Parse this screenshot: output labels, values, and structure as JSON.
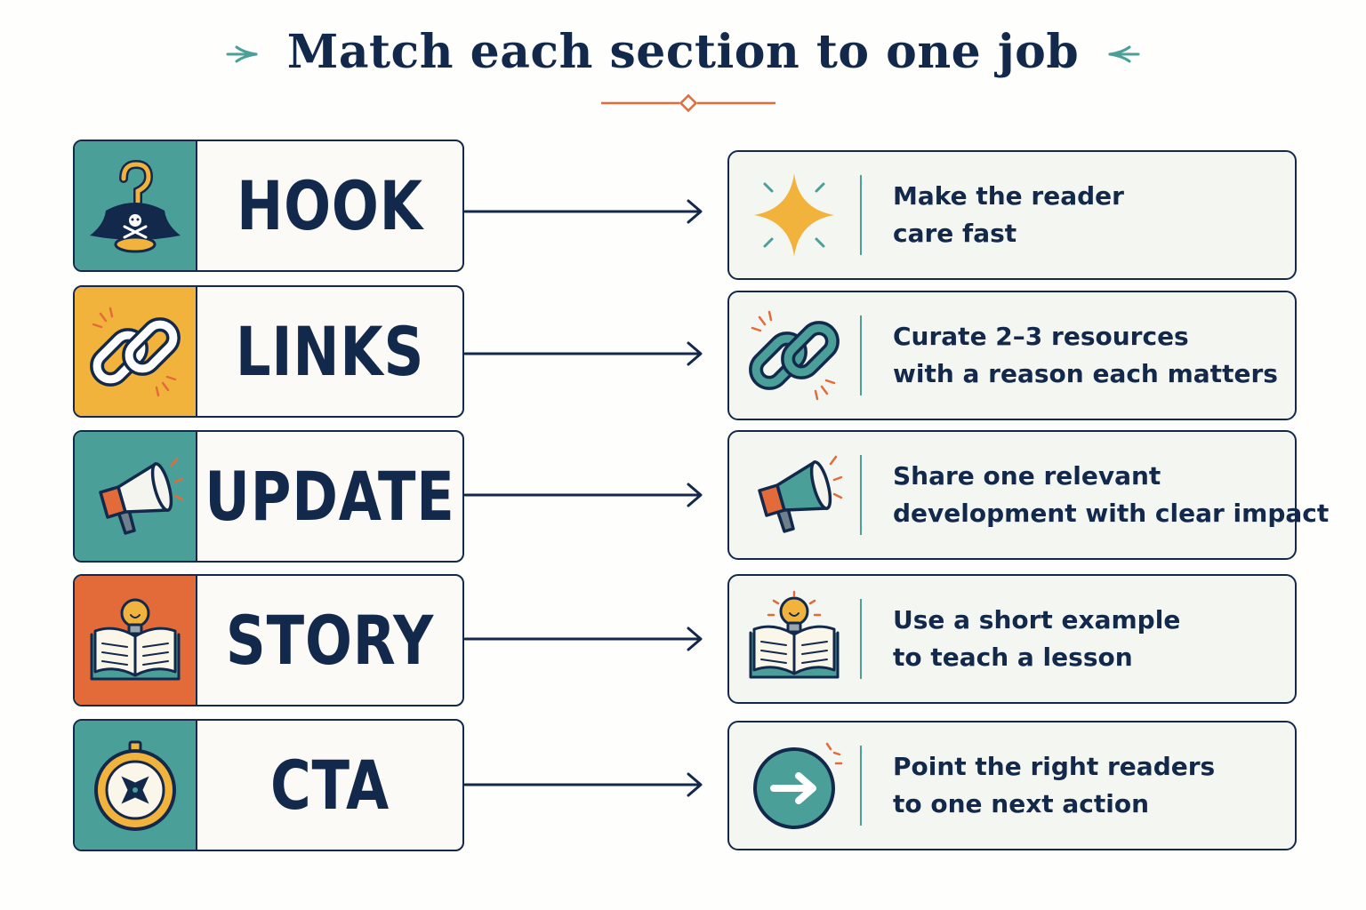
{
  "title": "Match each section to one job",
  "colors": {
    "navy": "#13294b",
    "teal": "#4a9f98",
    "yellow": "#f2b33d",
    "orange": "#e36b3a"
  },
  "sections": [
    {
      "label": "HOOK",
      "icon": "pirate-hat-hook-icon",
      "color": "#4a9f98",
      "job_lines": [
        "Make the reader",
        "care fast"
      ],
      "job_icon": "sparkle-icon"
    },
    {
      "label": "LINKS",
      "icon": "chain-link-icon",
      "color": "#f2b33d",
      "job_lines": [
        "Curate 2–3 resources",
        "with a reason each matters"
      ],
      "job_icon": "chain-link-icon"
    },
    {
      "label": "UPDATE",
      "icon": "megaphone-icon",
      "color": "#4a9f98",
      "job_lines": [
        "Share one relevant",
        "development with clear impact"
      ],
      "job_icon": "megaphone-icon"
    },
    {
      "label": "STORY",
      "icon": "book-lightbulb-icon",
      "color": "#e36b3a",
      "job_lines": [
        "Use a short example",
        "to teach a lesson"
      ],
      "job_icon": "book-lightbulb-icon"
    },
    {
      "label": "CTA",
      "icon": "compass-icon",
      "color": "#4a9f98",
      "job_lines": [
        "Point the right readers",
        "to one next action"
      ],
      "job_icon": "arrow-circle-icon"
    }
  ]
}
